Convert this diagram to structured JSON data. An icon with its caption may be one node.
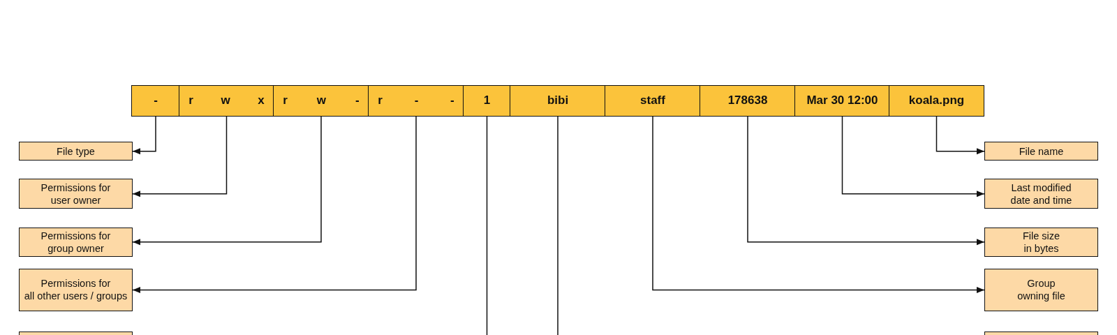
{
  "diagram": {
    "nodes": [
      {
        "text": [
          "-"
        ]
      },
      {
        "text": [
          "r w x"
        ]
      },
      {
        "text": [
          "r w -"
        ]
      },
      {
        "text": [
          "r - -"
        ]
      },
      {
        "text": [
          "1"
        ]
      },
      {
        "text": [
          "bibi"
        ]
      },
      {
        "text": [
          "staff"
        ]
      },
      {
        "text": [
          "178638"
        ]
      },
      {
        "text": [
          "Mar 30 12:00"
        ]
      },
      {
        "text": [
          "koala.png"
        ]
      },
      {
        "text": [
          "File type"
        ]
      },
      {
        "text": [
          "File name"
        ]
      },
      {
        "text": [
          "Permissions for user owner"
        ]
      },
      {
        "text": [
          "Last modified date and time"
        ]
      },
      {
        "text": [
          "Permissions for group owner"
        ]
      },
      {
        "text": [
          "File size in bytes"
        ]
      },
      {
        "text": [
          "Permissions for all other users / groups"
        ]
      },
      {
        "text": [
          "Group owning file"
        ]
      },
      {
        "text": [],
        "shape": "box"
      },
      {
        "text": [],
        "shape": "box"
      }
    ],
    "edges": [
      {
        "from": 0,
        "to": 10,
        "arrow": "to"
      },
      {
        "from": 1,
        "to": 12,
        "arrow": "to"
      },
      {
        "from": 2,
        "to": 14,
        "arrow": "to"
      },
      {
        "from": 3,
        "to": 16,
        "arrow": "to"
      },
      {
        "from": 4,
        "to": null,
        "arrow": "none"
      },
      {
        "from": 5,
        "to": null,
        "arrow": "none"
      },
      {
        "from": 6,
        "to": 17,
        "arrow": "to"
      },
      {
        "from": 7,
        "to": 15,
        "arrow": "to"
      },
      {
        "from": 8,
        "to": 13,
        "arrow": "to"
      },
      {
        "from": 9,
        "to": 11,
        "arrow": "to"
      }
    ]
  }
}
